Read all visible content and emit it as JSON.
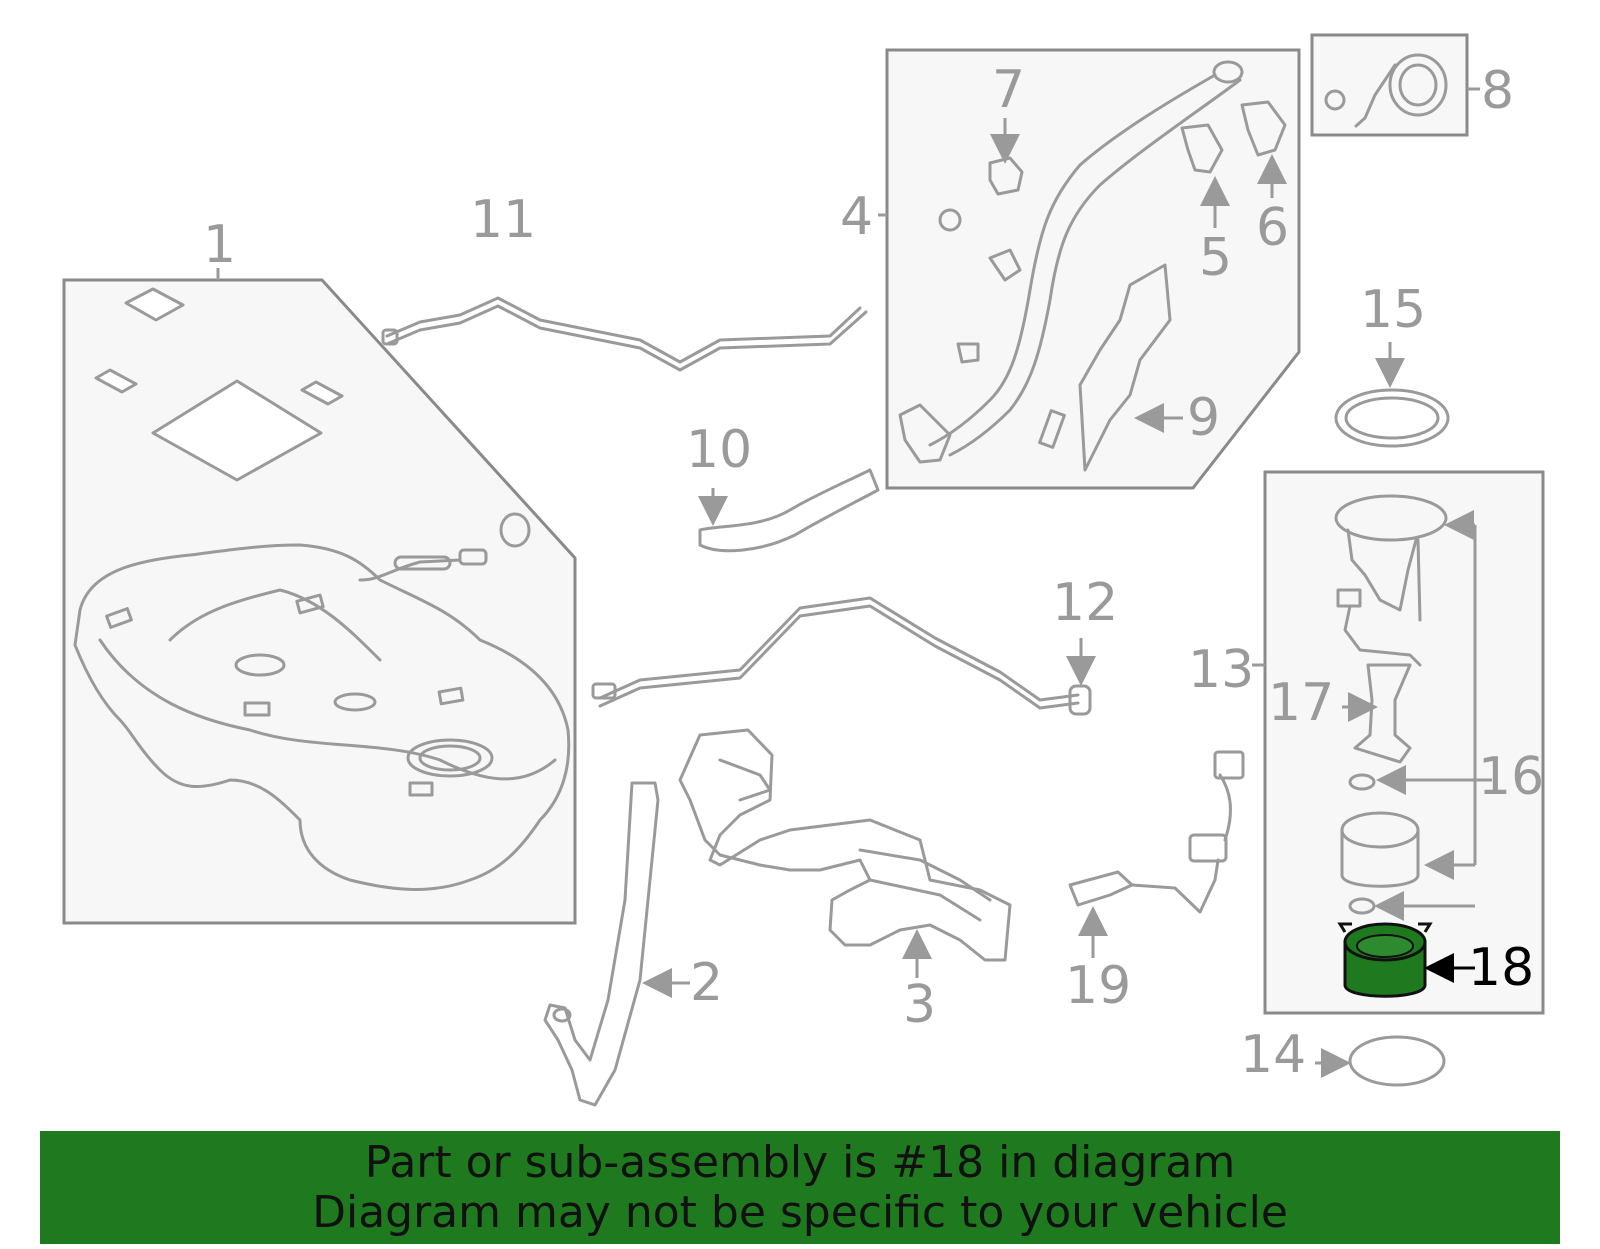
{
  "labels": [
    "1",
    "2",
    "3",
    "4",
    "5",
    "6",
    "7",
    "8",
    "9",
    "10",
    "11",
    "12",
    "13",
    "14",
    "15",
    "16",
    "17",
    "18",
    "19"
  ],
  "highlight_part": "18",
  "banner": {
    "line1": "Part or sub-assembly is #18 in diagram",
    "line2": "Diagram may not be specific to your vehicle"
  },
  "colors": {
    "banner_bg": "#1f7a1f",
    "highlight_fill": "#1f7a1f",
    "line_gray": "#9a9a9a",
    "box_fill": "#f7f7f7"
  }
}
